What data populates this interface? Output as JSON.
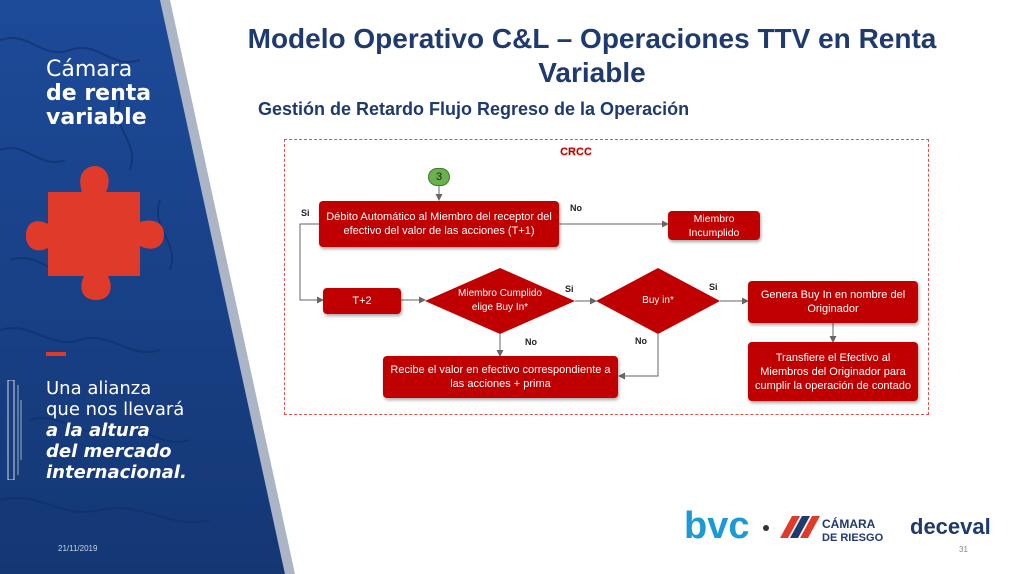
{
  "sidebar": {
    "brand_line1": "Cámara",
    "brand_line2": "de renta",
    "brand_line3": "variable",
    "tagline_line1": "Una alianza",
    "tagline_line2": "que nos llevará",
    "tagline_line3": "a la altura",
    "tagline_line4": "del mercado",
    "tagline_line5": "internacional.",
    "date": "21/11/2019"
  },
  "header": {
    "title_line1": "Modelo Operativo C&L – Operaciones TTV en Renta",
    "title_line2": "Variable",
    "subtitle": "Gestión de Retardo Flujo Regreso de la Operación"
  },
  "diagram": {
    "frame_label": "CRCC",
    "step": "3",
    "debito": "Débito Automático al Miembro del receptor del efectivo del valor de las acciones (T+1)",
    "incumplido": "Miembro Incumplido",
    "t2": "T+2",
    "cumplido": "Miembro Cumplido elige Buy In*",
    "buyin": "Buy in*",
    "genera": "Genera Buy In en nombre del Originador",
    "recibe": "Recibe el valor en efectivo correspondiente a las acciones  + prima",
    "transfiere": "Transfiere el Efectivo al Miembros del Originador para cumplir la operación de contado",
    "edge_si_left": "Si",
    "edge_no_top": "No",
    "edge_si_mid": "Si",
    "edge_si_right": "Si",
    "edge_no_cumplido": "No",
    "edge_no_buyin": "No"
  },
  "footer": {
    "page_number": "31",
    "logo_bvc": "bvc",
    "logo_camara_line1": "CÁMARA",
    "logo_camara_line2": "DE RIESGO",
    "logo_deceval": "deceval"
  },
  "colors": {
    "navy": "#1f3a6e",
    "box_red": "#c00000",
    "puzzle_red": "#e03b2a",
    "step_green": "#6ab04c"
  }
}
